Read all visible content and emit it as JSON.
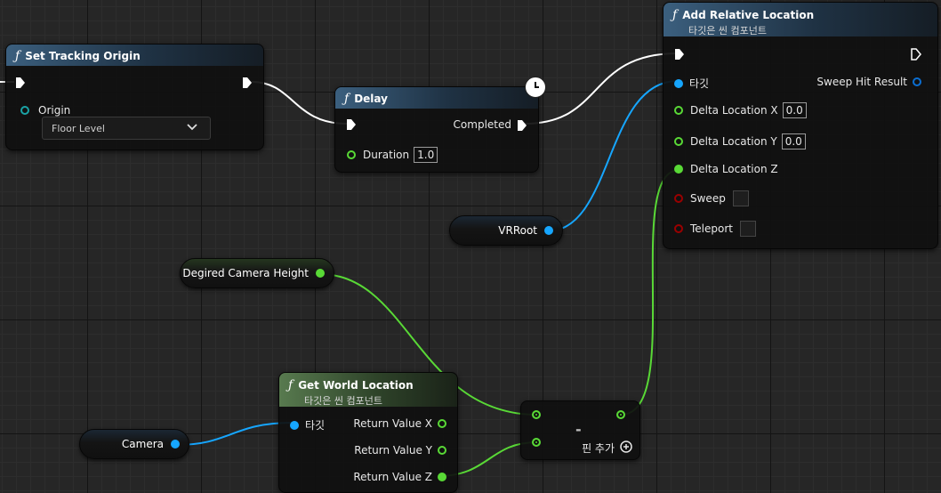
{
  "nodes": {
    "set_tracking_origin": {
      "title": "Set Tracking Origin",
      "origin_label": "Origin",
      "origin_value": "Floor Level"
    },
    "delay": {
      "title": "Delay",
      "completed_label": "Completed",
      "duration_label": "Duration",
      "duration_value": "1.0"
    },
    "add_relative_location": {
      "title": "Add Relative Location",
      "subtitle": "타깃은 씬 컴포넌트",
      "target_label": "타깃",
      "sweep_hit_result_label": "Sweep Hit Result",
      "delta_x_label": "Delta Location X",
      "delta_x_value": "0.0",
      "delta_y_label": "Delta Location Y",
      "delta_y_value": "0.0",
      "delta_z_label": "Delta Location Z",
      "sweep_label": "Sweep",
      "teleport_label": "Teleport"
    },
    "vrroot": {
      "label": "VRRoot"
    },
    "desired_height": {
      "label": "Degired Camera Height"
    },
    "camera": {
      "label": "Camera"
    },
    "get_world_location": {
      "title": "Get World Location",
      "subtitle": "타깃은 씬 컴포넌트",
      "target_label": "타깃",
      "return_x_label": "Return Value X",
      "return_y_label": "Return Value Y",
      "return_z_label": "Return Value Z"
    },
    "subtract": {
      "operator": "-",
      "add_pin_label": "핀 추가"
    }
  },
  "icons": {
    "function": "function-icon",
    "clock": "clock-icon",
    "add_pin": "plus-circle-icon",
    "dropdown": "chevron-down-icon"
  },
  "colors": {
    "exec_wire": "#ffffff",
    "object_pin": "#16a6ff",
    "float_pin": "#59d936",
    "bool_pin": "#9a0000",
    "struct_pin": "#1aa3a6",
    "function_header": "#3b5f7e",
    "pure_header": "#587a4f"
  }
}
